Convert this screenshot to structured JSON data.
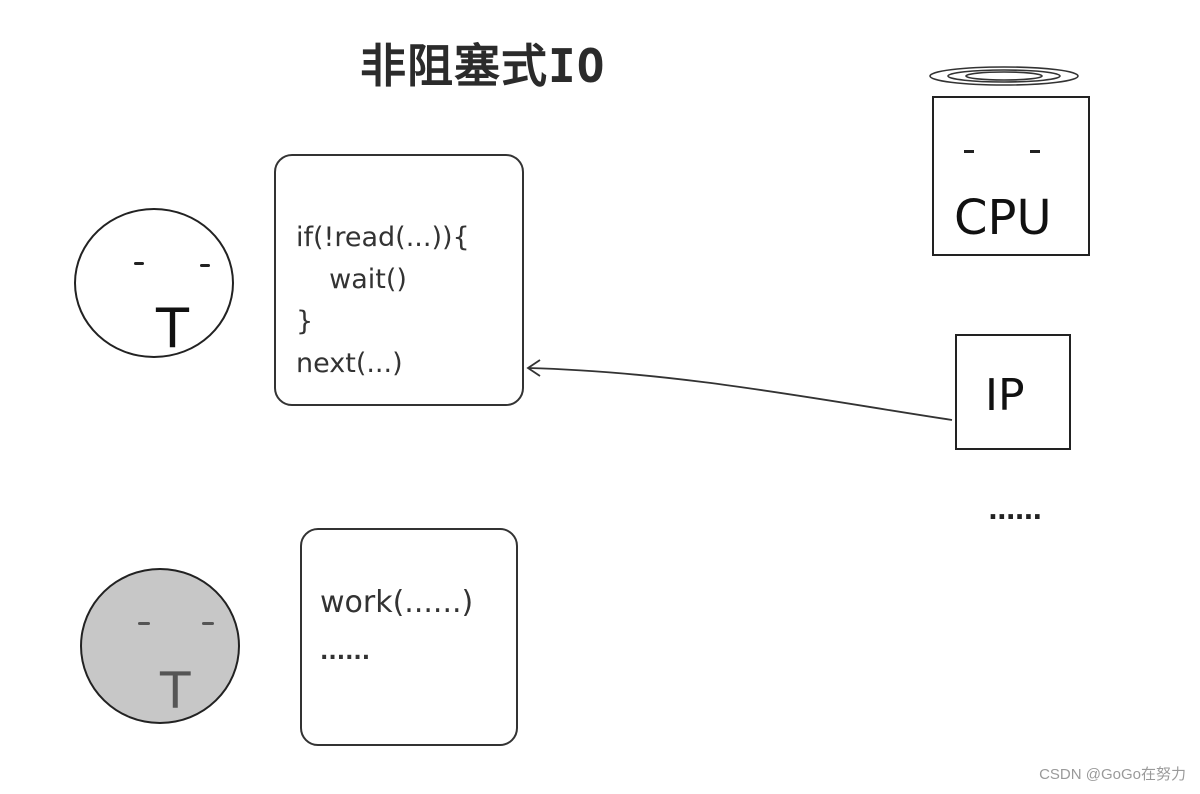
{
  "title": "非阻塞式IO",
  "thread_active": {
    "mouth": "T"
  },
  "thread_idle": {
    "mouth": "T"
  },
  "code_box_top": {
    "lines": [
      "if(!read(...)){",
      "  wait()",
      "}",
      "next(...)"
    ]
  },
  "code_box_bottom": {
    "lines": [
      "work(......)",
      "......"
    ]
  },
  "cpu": {
    "label": "CPU"
  },
  "ip": {
    "label": "IP"
  },
  "ellipsis": "......",
  "watermark": "CSDN @GoGo在努力",
  "colors": {
    "stroke": "#222222",
    "idle_fill": "#c7c7c7",
    "watermark": "#9a9a9a"
  }
}
